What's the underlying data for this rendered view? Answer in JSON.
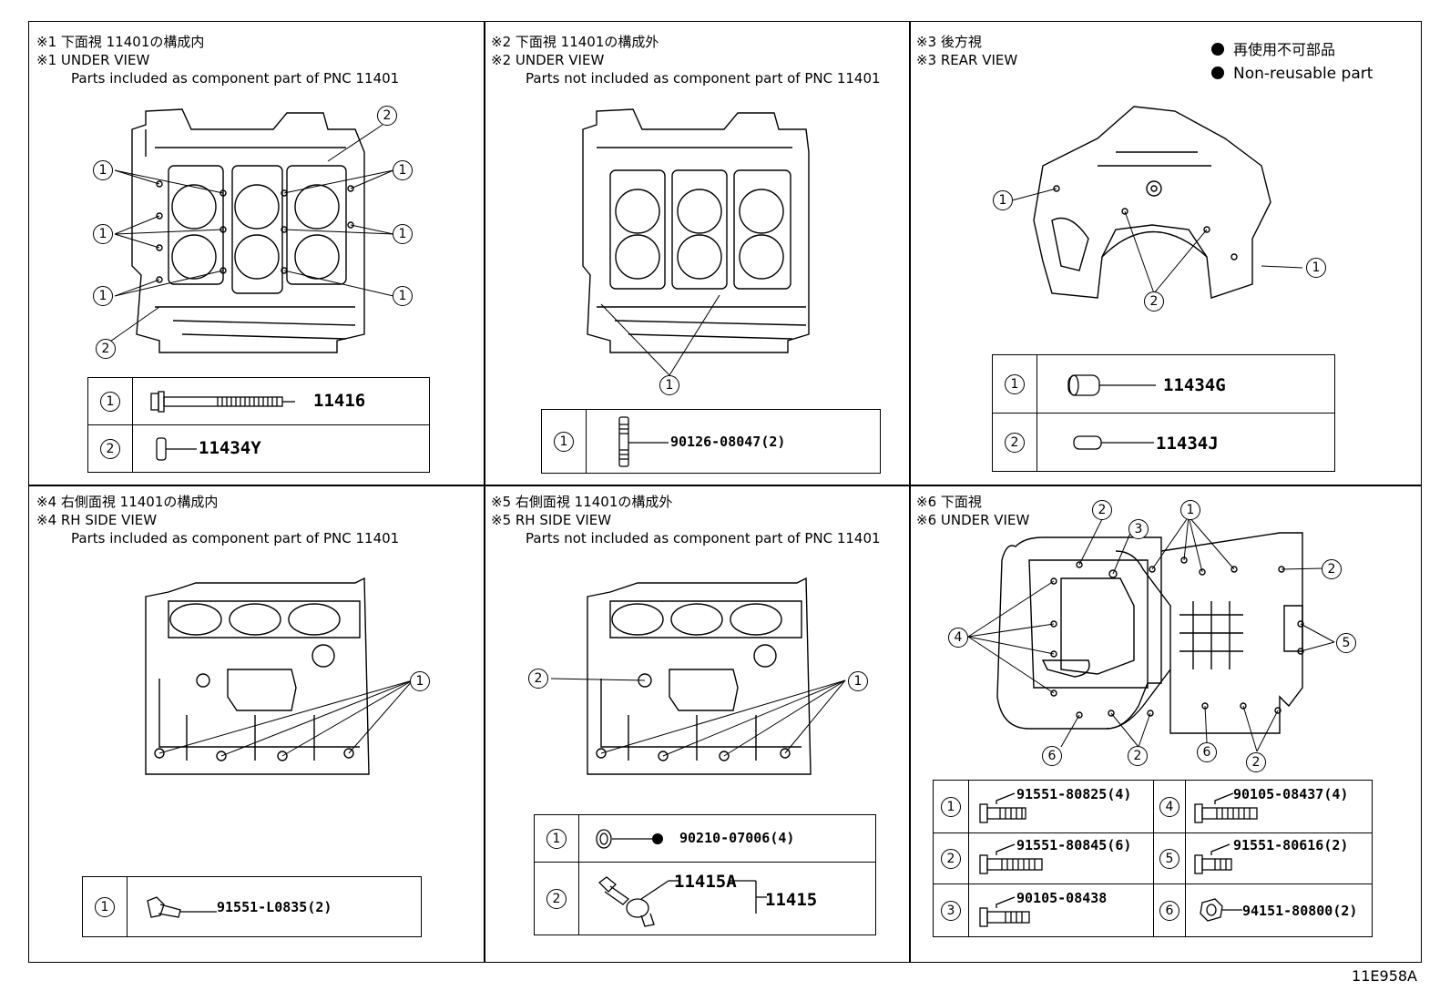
{
  "legend": {
    "jp": "再使用不可部品",
    "en": "Non-reusable part"
  },
  "figure_id": "11E958A",
  "panels": [
    {
      "id": "p1",
      "title_jp": "※1 下面視 11401の構成内",
      "title_en": "※1 UNDER VIEW",
      "subtitle": "Parts included as component part of PNC 11401",
      "parts": [
        {
          "num": "1",
          "pno": "11416"
        },
        {
          "num": "2",
          "pno": "11434Y"
        }
      ],
      "callouts": [
        "1",
        "1",
        "1",
        "1",
        "1",
        "1",
        "2",
        "2"
      ]
    },
    {
      "id": "p2",
      "title_jp": "※2 下面視 11401の構成外",
      "title_en": "※2 UNDER VIEW",
      "subtitle": "Parts not included as component part of PNC 11401",
      "parts": [
        {
          "num": "1",
          "pno": "90126-08047(2)"
        }
      ],
      "callouts": [
        "1"
      ]
    },
    {
      "id": "p3",
      "title_jp": "※3 後方視",
      "title_en": "※3 REAR VIEW",
      "subtitle": "",
      "parts": [
        {
          "num": "1",
          "pno": "11434G"
        },
        {
          "num": "2",
          "pno": "11434J"
        }
      ],
      "callouts": [
        "1",
        "1",
        "2"
      ]
    },
    {
      "id": "p4",
      "title_jp": "※4 右側面視 11401の構成内",
      "title_en": "※4 RH SIDE VIEW",
      "subtitle": "Parts included as component part of PNC 11401",
      "parts": [
        {
          "num": "1",
          "pno": "91551-L0835(2)"
        }
      ],
      "callouts": [
        "1"
      ]
    },
    {
      "id": "p5",
      "title_jp": "※5 右側面視 11401の構成外",
      "title_en": "※5 RH SIDE VIEW",
      "subtitle": "Parts not included as component part of PNC 11401",
      "parts": [
        {
          "num": "1",
          "pno": "90210-07006(4)"
        },
        {
          "num": "2",
          "pno": "11415A",
          "parent": "11415"
        }
      ],
      "callouts": [
        "1",
        "2"
      ]
    },
    {
      "id": "p6",
      "title_jp": "※6 下面視",
      "title_en": "※6 UNDER VIEW",
      "subtitle": "",
      "parts": [
        {
          "num": "1",
          "pno": "91551-80825(4)"
        },
        {
          "num": "2",
          "pno": "91551-80845(6)"
        },
        {
          "num": "3",
          "pno": "90105-08438"
        },
        {
          "num": "4",
          "pno": "90105-08437(4)"
        },
        {
          "num": "5",
          "pno": "91551-80616(2)"
        },
        {
          "num": "6",
          "pno": "94151-80800(2)"
        }
      ],
      "callouts": [
        "1",
        "2",
        "2",
        "2",
        "2",
        "3",
        "4",
        "5",
        "6",
        "6"
      ]
    }
  ]
}
